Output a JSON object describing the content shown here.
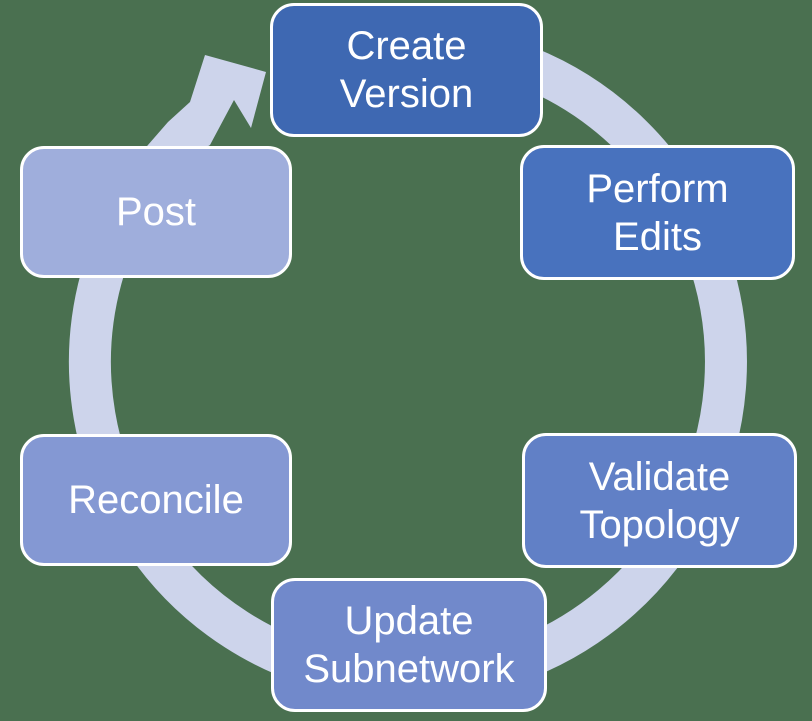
{
  "diagram": {
    "type": "cycle",
    "direction": "clockwise",
    "background_color": "#4A7050",
    "ring_color": "#CDD4EB",
    "text_color": "#FFFFFF",
    "node_border_color": "#FFFFFF",
    "steps": [
      {
        "id": "create-version",
        "label": "Create\nVersion",
        "color": "#3E68B2"
      },
      {
        "id": "perform-edits",
        "label": "Perform\nEdits",
        "color": "#4872BE"
      },
      {
        "id": "validate-topology",
        "label": "Validate\nTopology",
        "color": "#6180C6"
      },
      {
        "id": "update-subnetwork",
        "label": "Update\nSubnetwork",
        "color": "#7189CB"
      },
      {
        "id": "reconcile",
        "label": "Reconcile",
        "color": "#8498D3"
      },
      {
        "id": "post",
        "label": "Post",
        "color": "#9FAEDC"
      }
    ]
  }
}
